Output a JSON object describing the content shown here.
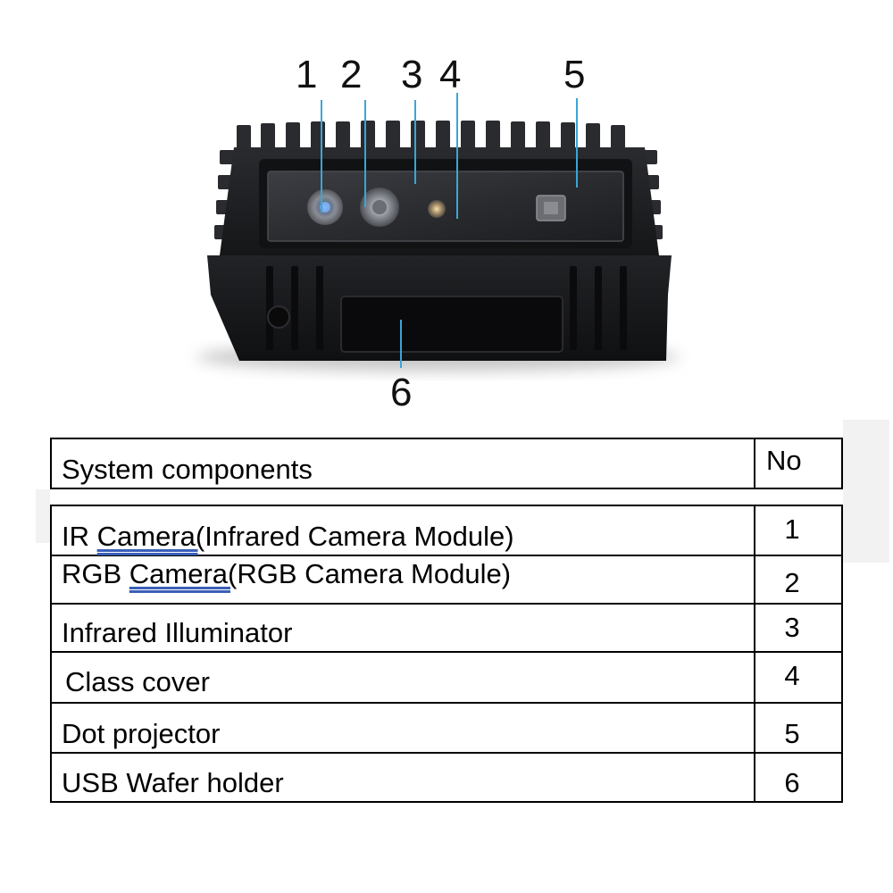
{
  "callouts": [
    "1",
    "2",
    "3",
    "4",
    "5",
    "6"
  ],
  "table": {
    "header": {
      "component": "System components",
      "no": "No"
    },
    "rows": [
      {
        "prefix": "IR ",
        "underlined": "Camera(",
        "rest": "Infrared Camera Module)",
        "no": "1"
      },
      {
        "prefix": "RGB ",
        "underlined": "Camera(",
        "rest": "RGB Camera Module)",
        "no": "2"
      },
      {
        "prefix": "",
        "underlined": "",
        "rest": "Infrared Illuminator",
        "no": "3"
      },
      {
        "prefix": "",
        "underlined": "",
        "rest": "Class cover",
        "no": "4"
      },
      {
        "prefix": "",
        "underlined": "",
        "rest": "Dot projector",
        "no": "5"
      },
      {
        "prefix": "",
        "underlined": "",
        "rest": "USB Wafer holder",
        "no": "6"
      }
    ]
  },
  "colors": {
    "housing": "#1e1f22",
    "callout_line": "#3aa6d6",
    "table_border": "#000000",
    "underline": "#3a5fb8"
  }
}
